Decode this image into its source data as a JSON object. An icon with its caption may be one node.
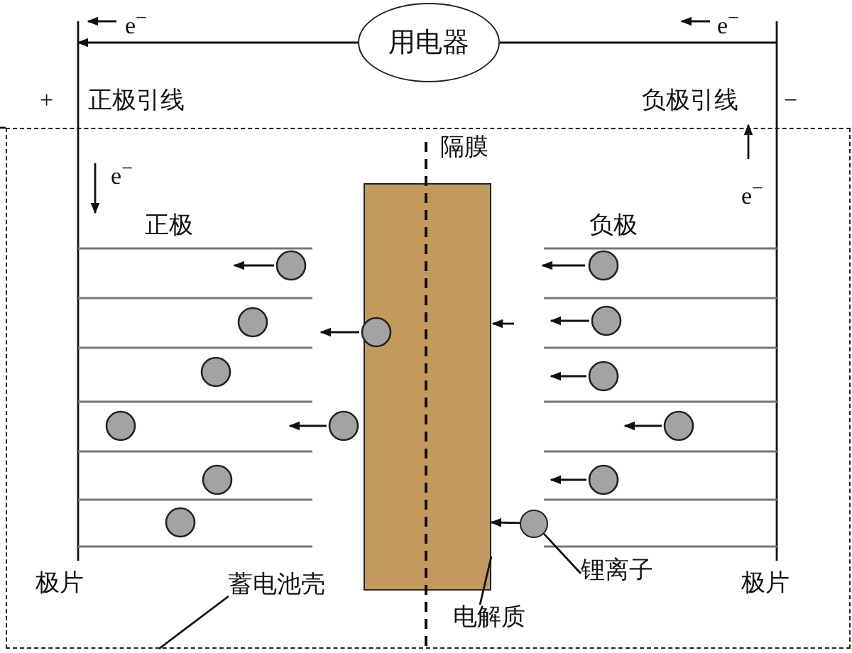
{
  "diagram": {
    "nodes": [
      {
        "text": [
          "用电器"
        ]
      },
      {
        "text": [],
        "shape": "box"
      },
      {
        "text": [],
        "shape": "box",
        "in": 1
      },
      {
        "text": [],
        "shape": "circle",
        "in": 1
      },
      {
        "text": [
          "蓄电池壳"
        ],
        "in": 1
      },
      {
        "text": [
          "电解质"
        ],
        "in": 1
      },
      {
        "text": [
          "锂离子"
        ],
        "in": 1
      }
    ],
    "edges": [
      {
        "from": 4,
        "to": 1,
        "arrow": "none"
      },
      {
        "from": 5,
        "to": 2,
        "arrow": "none"
      },
      {
        "from": 6,
        "to": 3,
        "arrow": "none"
      },
      {
        "from": 0,
        "to": null,
        "arrow": "to"
      },
      {
        "from": null,
        "to": 0,
        "arrow": "none"
      },
      {
        "from": 3,
        "to": 2,
        "arrow": "to"
      }
    ],
    "labels": [
      "e$^{−}$",
      "e$^{−}$",
      "+",
      "正极引线",
      "负极引线",
      "−",
      "隔膜",
      "e$^{−}$",
      "e$^{−}$",
      "正极",
      "负极",
      "极片",
      "极片"
    ]
  }
}
